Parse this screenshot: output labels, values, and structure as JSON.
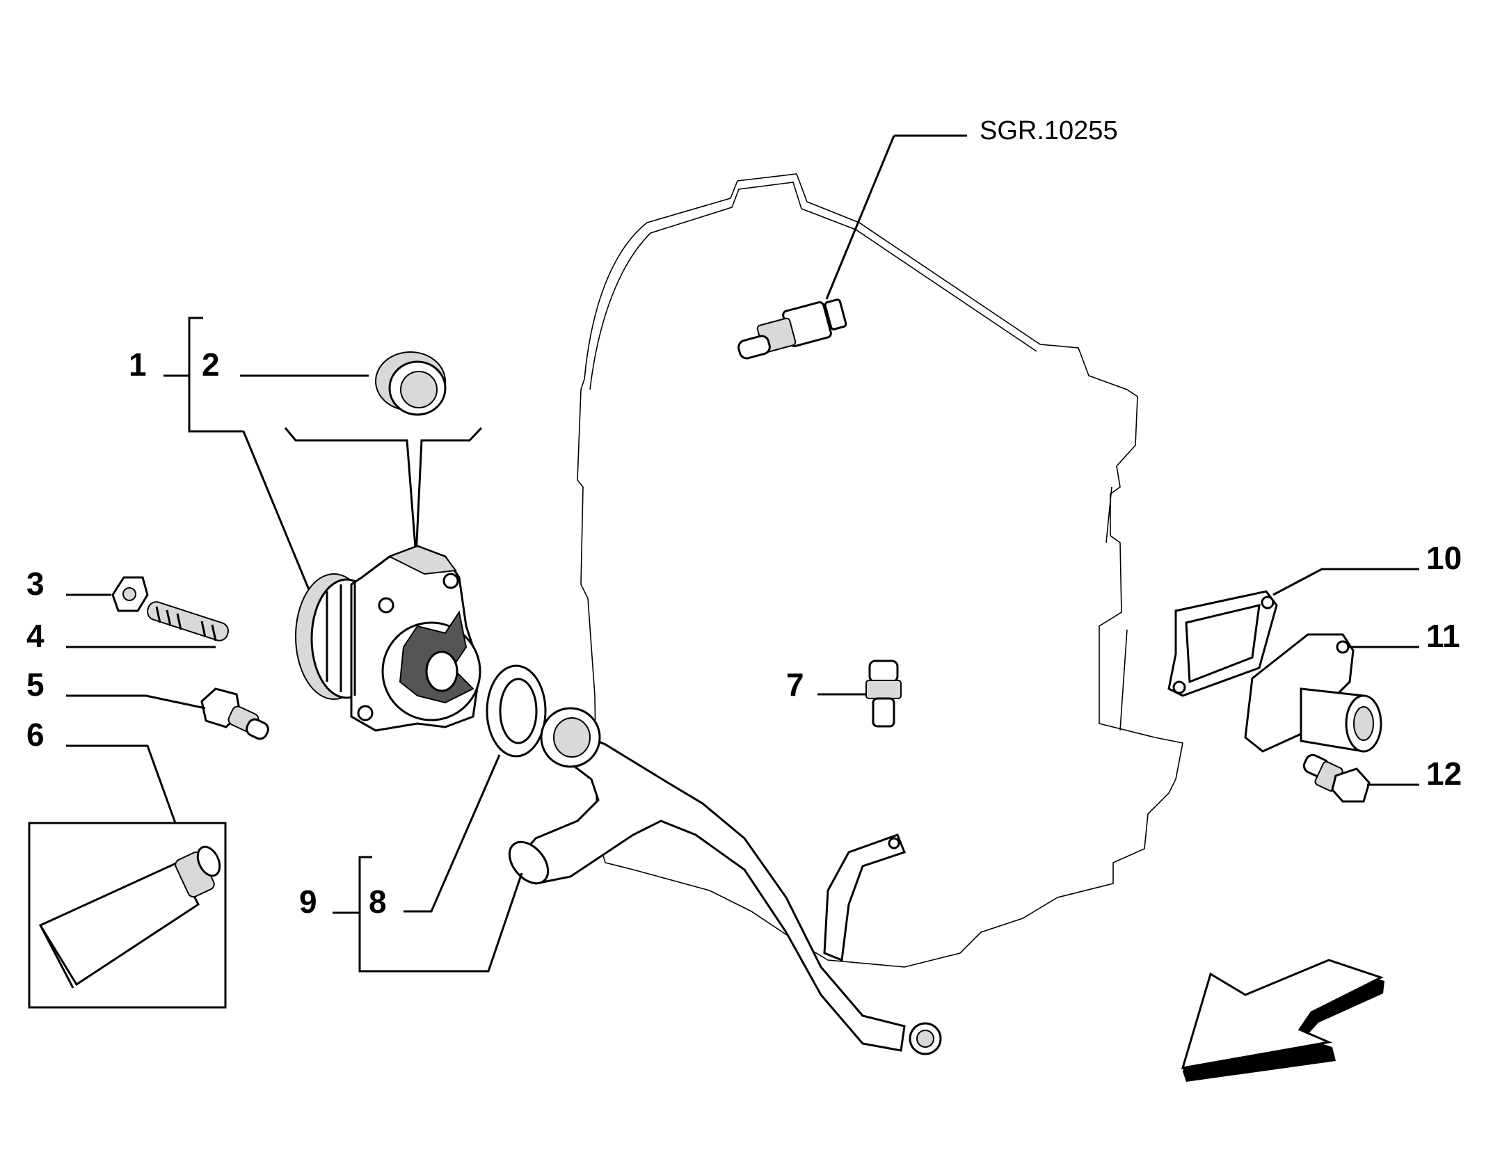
{
  "reference": "SGR.10255",
  "callouts": {
    "c1": "1",
    "c2": "2",
    "c3": "3",
    "c4": "4",
    "c5": "5",
    "c6": "6",
    "c7": "7",
    "c8": "8",
    "c9": "9",
    "c10": "10",
    "c11": "11",
    "c12": "12"
  },
  "parts": [
    {
      "id": "1",
      "name": "water-pump-assembly"
    },
    {
      "id": "2",
      "name": "pump-plug"
    },
    {
      "id": "3",
      "name": "nut"
    },
    {
      "id": "4",
      "name": "stud"
    },
    {
      "id": "5",
      "name": "union-fitting"
    },
    {
      "id": "6",
      "name": "sealant-tube"
    },
    {
      "id": "7",
      "name": "bleed-screw"
    },
    {
      "id": "8",
      "name": "o-ring-seal"
    },
    {
      "id": "9",
      "name": "coolant-pipe"
    },
    {
      "id": "10",
      "name": "gasket"
    },
    {
      "id": "11",
      "name": "thermostat-housing"
    },
    {
      "id": "12",
      "name": "temperature-sensor"
    }
  ]
}
